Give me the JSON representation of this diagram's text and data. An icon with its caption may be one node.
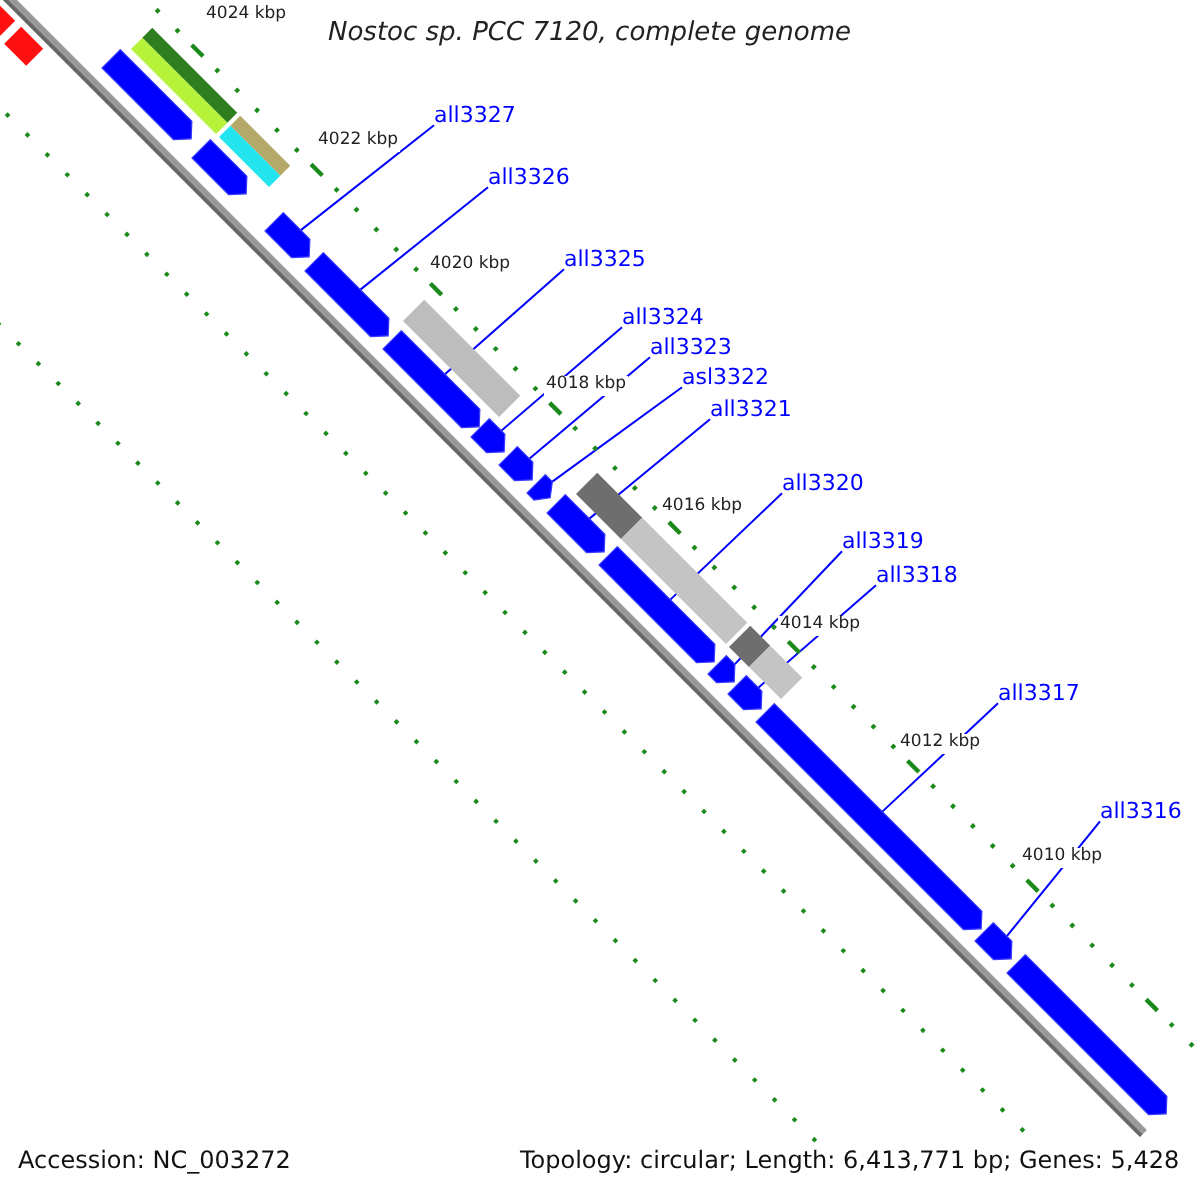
{
  "diagram": {
    "title": "Nostoc sp. PCC 7120, complete genome",
    "nodes": [
      {
        "text": [],
        "shape": "arrow"
      },
      {
        "text": [],
        "shape": "arrow"
      },
      {
        "text": [],
        "shape": "arrow"
      },
      {
        "text": [],
        "shape": "arrow"
      },
      {
        "text": [],
        "shape": "arrow"
      },
      {
        "text": [],
        "shape": "arrow"
      },
      {
        "text": [],
        "shape": "arrow"
      },
      {
        "text": [],
        "shape": "arrow"
      },
      {
        "text": [],
        "shape": "arrow"
      },
      {
        "text": [],
        "shape": "arrow"
      },
      {
        "text": [],
        "shape": "arrow"
      },
      {
        "text": [],
        "shape": "arrow"
      },
      {
        "text": [],
        "shape": "arrow"
      },
      {
        "text": [],
        "shape": "arrow"
      },
      {
        "text": [],
        "shape": "arrow"
      },
      {
        "text": [
          "all3327"
        ]
      },
      {
        "text": [
          "all3326"
        ]
      },
      {
        "text": [
          "all3325"
        ]
      },
      {
        "text": [
          "all3324"
        ]
      },
      {
        "text": [
          "all3323"
        ]
      },
      {
        "text": [
          "asl3322"
        ]
      },
      {
        "text": [
          "all3321"
        ]
      },
      {
        "text": [
          "all3320"
        ]
      },
      {
        "text": [
          "all3319"
        ]
      },
      {
        "text": [
          "all3318"
        ]
      },
      {
        "text": [
          "all3317"
        ]
      },
      {
        "text": [
          "all3316"
        ]
      }
    ],
    "edges": [
      {
        "from": 15,
        "to": 2,
        "arrow": "none"
      },
      {
        "from": 16,
        "to": 3,
        "arrow": "none"
      },
      {
        "from": 17,
        "to": 4,
        "arrow": "none"
      },
      {
        "from": 18,
        "to": 5,
        "arrow": "none"
      },
      {
        "from": 19,
        "to": 6,
        "arrow": "none"
      },
      {
        "from": 20,
        "to": 7,
        "arrow": "none"
      },
      {
        "from": 21,
        "to": 8,
        "arrow": "none"
      },
      {
        "from": 22,
        "to": 9,
        "arrow": "none"
      },
      {
        "from": 23,
        "to": 10,
        "arrow": "none"
      },
      {
        "from": 24,
        "to": 11,
        "arrow": "none"
      },
      {
        "from": 25,
        "to": 12,
        "arrow": "none"
      },
      {
        "from": 26,
        "to": 13,
        "arrow": "none"
      }
    ],
    "labels": [
      "4024 kbp",
      "4022 kbp",
      "4020 kbp",
      "4018 kbp",
      "4016 kbp",
      "4014 kbp",
      "4012 kbp",
      "4010 kbp",
      "Accession: NC_003272",
      "Topology: circular; Length: 6,413,771 bp; Genes: 5,428"
    ]
  }
}
